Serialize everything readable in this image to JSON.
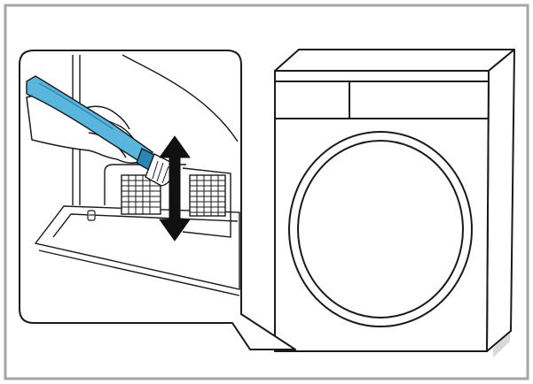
{
  "colors": {
    "frame": "#a6a6a6",
    "line": "#1a1a1a",
    "shadow": "#d9d9d9",
    "brush_blue": "#5bb6dd",
    "brush_blue_dark": "#2a86b3",
    "arrow": "#111111",
    "background": "#ffffff"
  },
  "icons": {
    "arrow": "double-headed-vertical-arrow",
    "tool": "cleaning-brush",
    "appliance": "front-loading-dryer"
  }
}
